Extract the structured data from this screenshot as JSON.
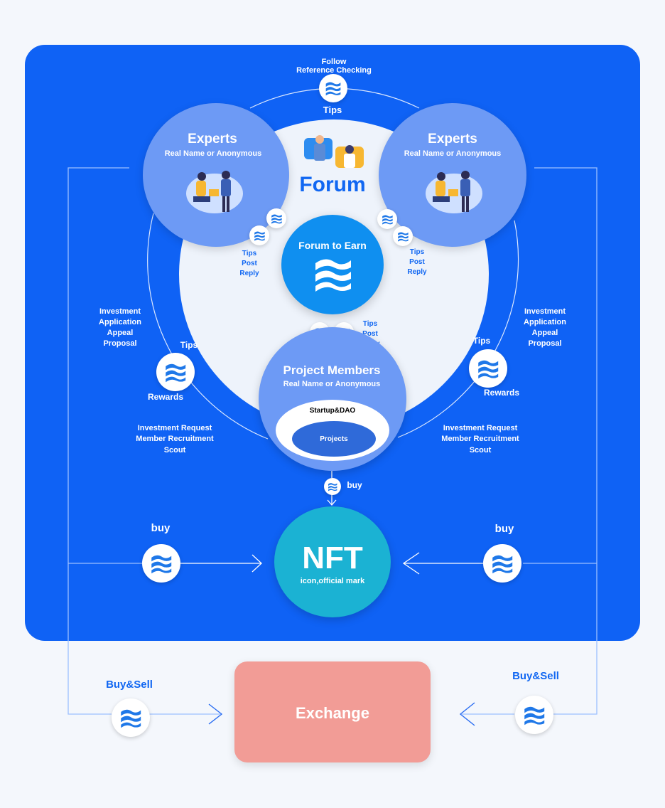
{
  "top": {
    "line1": "Follow",
    "line2": "Reference Checking",
    "tips": "Tips"
  },
  "experts_left": {
    "title": "Experts",
    "subtitle": "Real Name or Anonymous"
  },
  "experts_right": {
    "title": "Experts",
    "subtitle": "Real Name or Anonymous"
  },
  "forum": {
    "title": "Forum"
  },
  "forum_to_earn": {
    "title": "Forum to Earn"
  },
  "left_actions": {
    "line1": "Tips",
    "line2": "Post",
    "line3": "Reply"
  },
  "right_actions": {
    "line1": "Tips",
    "line2": "Post",
    "line3": "Reply"
  },
  "center_actions": {
    "line1": "Tips",
    "line2": "Post",
    "line3": "Reply"
  },
  "left_investment": {
    "line1": "Investment",
    "line2": "Application",
    "line3": "Appeal",
    "line4": "Proposal"
  },
  "right_investment": {
    "line1": "Investment",
    "line2": "Application",
    "line3": "Appeal",
    "line4": "Proposal"
  },
  "left_coin": {
    "tips": "Tips",
    "rewards": "Rewards"
  },
  "right_coin": {
    "tips": "Tips",
    "rewards": "Rewards"
  },
  "left_request": {
    "line1": "Investment Request",
    "line2": "Member Recruitment",
    "line3": "Scout"
  },
  "right_request": {
    "line1": "Investment Request",
    "line2": "Member Recruitment",
    "line3": "Scout"
  },
  "project_members": {
    "title": "Project Members",
    "subtitle": "Real Name or Anonymous",
    "startup": "Startup&DAO",
    "projects": "Projects"
  },
  "center_buy": "buy",
  "left_buy": "buy",
  "right_buy": "buy",
  "nft": {
    "title": "NFT",
    "subtitle": "icon,official mark"
  },
  "left_buysell": "Buy&Sell",
  "right_buysell": "Buy&Sell",
  "exchange": {
    "label": "Exchange"
  },
  "colors": {
    "panel": "#0f62f5",
    "expert_circle": "#6d9af5",
    "forum_circle": "#eef3fb",
    "forum_to_earn": "#0f8ff0",
    "nft": "#1bb2d3",
    "exchange": "#f29c96",
    "accent_text": "#1167f2"
  },
  "icons": [
    "coin-icon",
    "chat-people-icon",
    "team-people-icon",
    "arrow-icon"
  ]
}
